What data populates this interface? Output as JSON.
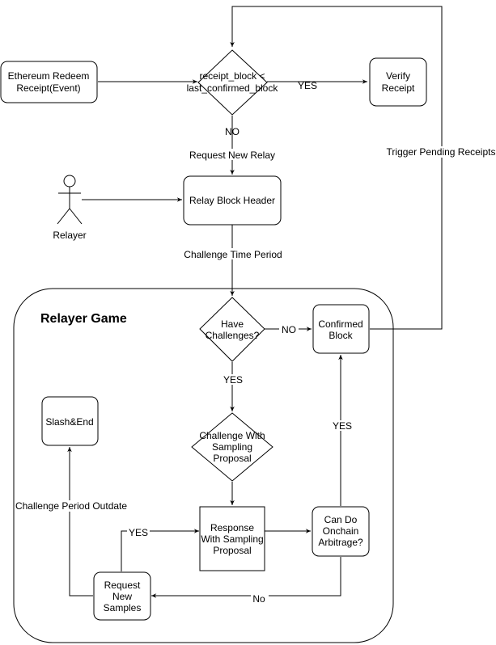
{
  "group": {
    "title": "Relayer Game"
  },
  "nodes": {
    "eth_receipt": [
      "Ethereum Redeem",
      "Receipt(Event)"
    ],
    "receipt_check": [
      "receipt_block <",
      "last_confirmed_block"
    ],
    "verify_receipt": [
      "Verify",
      "Receipt"
    ],
    "relay_header": [
      "Relay Block Header"
    ],
    "relayer": "Relayer",
    "have_challenges": [
      "Have",
      "Challenges?"
    ],
    "confirmed_block": [
      "Confirmed",
      "Block"
    ],
    "slash_end": [
      "Slash&End"
    ],
    "challenge_sampling": [
      "Challenge With",
      "Sampling",
      "Proposal"
    ],
    "response_sampling": [
      "Response",
      "With Sampling",
      "Proposal"
    ],
    "onchain_arbitrage": [
      "Can Do",
      "Onchain",
      "Arbitrage?"
    ],
    "request_samples": [
      "Request",
      "New",
      "Samples"
    ]
  },
  "edge_labels": {
    "yes_verify": "YES",
    "no_relay": "NO",
    "request_new_relay": "Request New Relay",
    "trigger_pending": "Trigger Pending Receipts",
    "challenge_time": "Challenge Time Period",
    "no_confirmed": "NO",
    "yes_challenge": "YES",
    "yes_confirmed": "YES",
    "no_request": "No",
    "yes_response": "YES",
    "challenge_outdate": "Challenge Period Outdate"
  }
}
